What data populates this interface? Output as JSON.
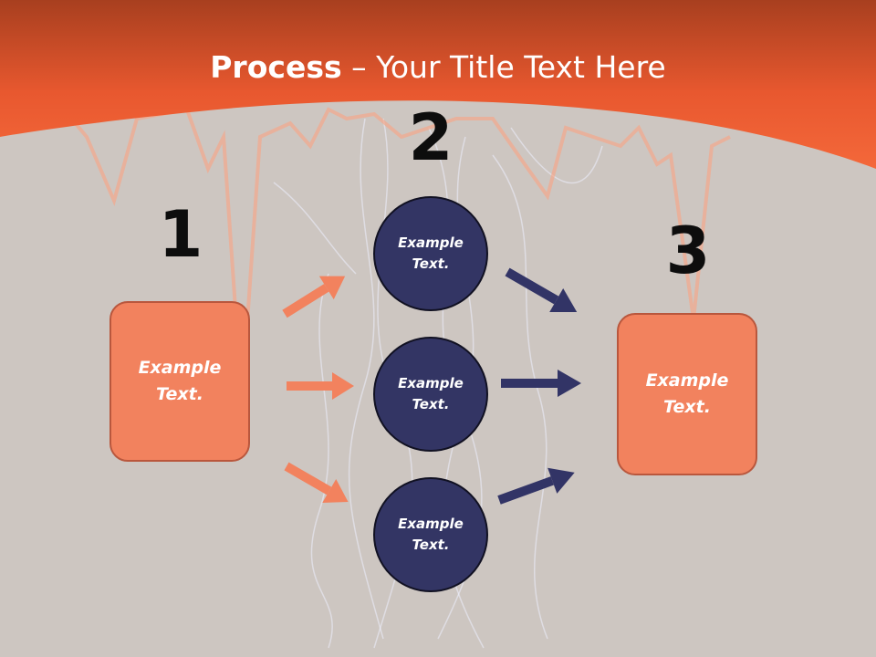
{
  "title": {
    "bold": "Process",
    "rest": " – Your Title Text Here"
  },
  "steps": [
    {
      "number": "1",
      "box_text": "Example\nText."
    },
    {
      "number": "2",
      "circles": [
        "Example\nText.",
        "Example\nText.",
        "Example\nText."
      ]
    },
    {
      "number": "3",
      "box_text": "Example\nText."
    }
  ],
  "colors": {
    "header": "#e8582f",
    "background": "#cdc6c1",
    "box": "#f2825e",
    "circle": "#333564",
    "arrow_left": "#f2825e",
    "arrow_right": "#323466"
  }
}
